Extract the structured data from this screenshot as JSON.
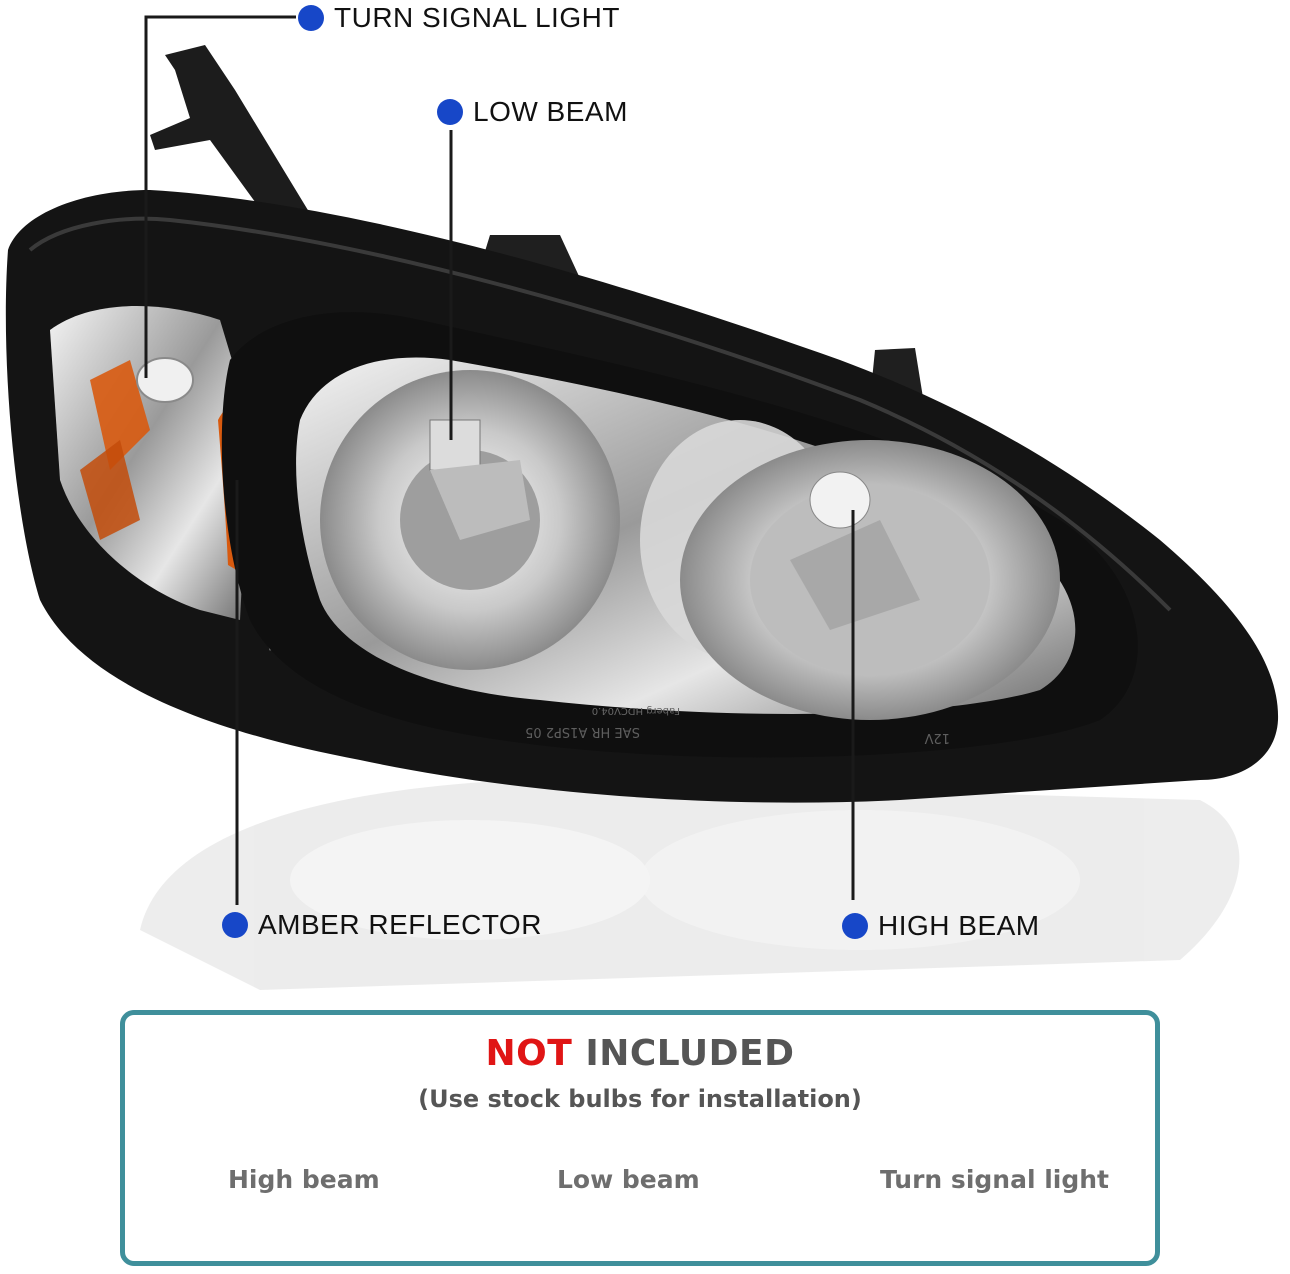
{
  "callouts": {
    "turn_signal": "TURN SIGNAL LIGHT",
    "low_beam": "LOW BEAM",
    "amber_reflector": "AMBER REFLECTOR",
    "high_beam": "HIGH BEAM"
  },
  "lens_markings": {
    "brand": "Faberg HDCV04.0",
    "sae": "SAE HR A1SP2 05",
    "voltage": "12V"
  },
  "notice": {
    "title_red": "NOT",
    "title_gray": "INCLUDED",
    "subtitle": "(Use stock bulbs for installation)",
    "items": [
      "High beam",
      "Low beam",
      "Turn signal light"
    ]
  },
  "colors": {
    "dot": "#1747c8",
    "panel_border": "#3f8f9b",
    "not_red": "#e01515",
    "amber": "#d85a0f",
    "housing": "#141414"
  }
}
